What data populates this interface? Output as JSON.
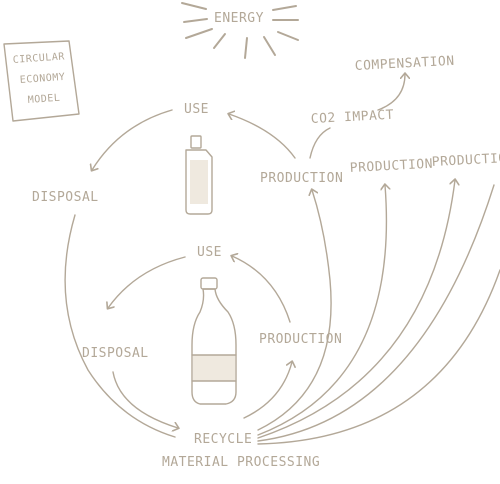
{
  "header": {
    "energy": "ENERGY"
  },
  "model_box": {
    "line1": "CIRCULAR",
    "line2": "ECONOMY",
    "line3": "MODEL"
  },
  "outer_cycle": {
    "use": "USE",
    "disposal": "DISPOSAL",
    "production": "PRODUCTION"
  },
  "inner_cycle": {
    "use": "USE",
    "disposal": "DISPOSAL",
    "production": "PRODUCTION"
  },
  "bottom": {
    "recycle": "RECYCLE",
    "material_processing": "MATERIAL PROCESSING"
  },
  "side": {
    "co2_impact": "CO2 IMPACT",
    "compensation": "COMPENSATION",
    "production_2": "PRODUCTION",
    "production_3": "PRODUCTION"
  },
  "colors": {
    "ink": "#b3a898",
    "background": "#ffffff"
  }
}
